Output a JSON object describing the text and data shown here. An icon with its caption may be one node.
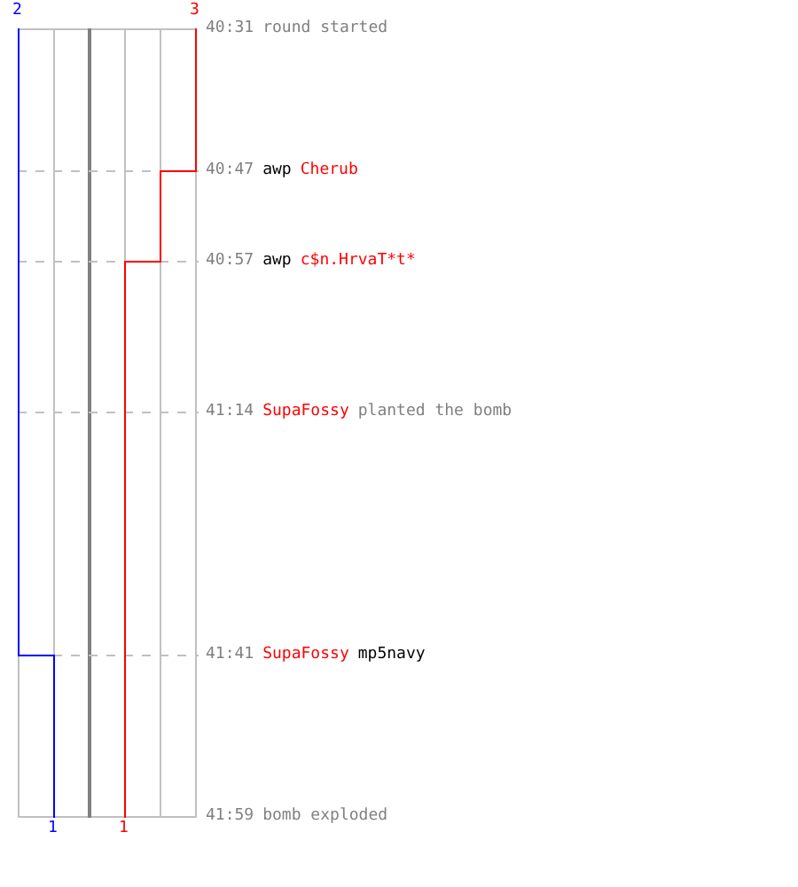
{
  "diagram": {
    "labels": [
      "2",
      "3",
      "40:31",
      "round started",
      "40:47",
      "awp",
      "Cherub",
      "40:57",
      "awp",
      "c$n.HrvaT*t*",
      "41:14",
      "SupaFossy",
      "planted the bomb",
      "41:41",
      "SupaFossy",
      "mp5navy",
      "1",
      "1",
      "41:59",
      "bomb exploded"
    ]
  }
}
